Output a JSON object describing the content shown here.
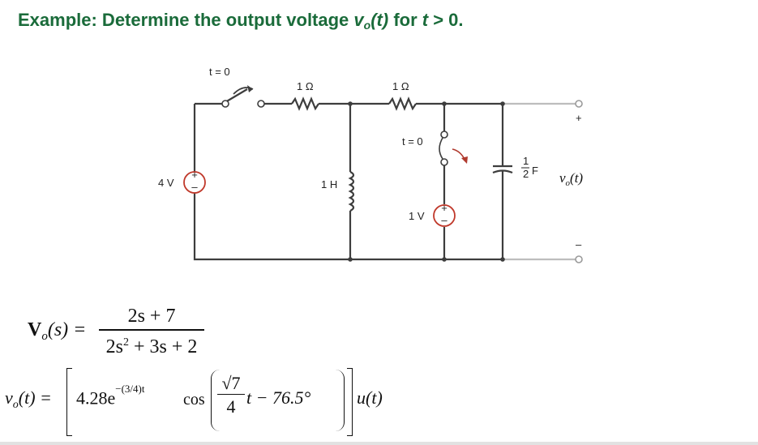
{
  "title": {
    "prefix": "Example: Determine the output voltage ",
    "v": "v",
    "sub": "o",
    "arg": "(t)",
    "mid": " for ",
    "t": "t",
    "cond": " > 0."
  },
  "circuit": {
    "switch1_label": "t = 0",
    "r1_label": "1 Ω",
    "r2_label": "1 Ω",
    "switch2_label": "t = 0",
    "source1_label": "4 V",
    "source2_label": "1 V",
    "inductor_label": "1 H",
    "capacitor_num": "1",
    "capacitor_den": "2",
    "capacitor_unit": "F",
    "out_plus": "+",
    "out_minus": "–",
    "out_v": "v",
    "out_sub": "o",
    "out_arg": "(t)",
    "src_plus": "+",
    "src_minus": "–"
  },
  "equation1": {
    "lhs_bold": "V",
    "lhs_sub": "o",
    "lhs_arg": "(s) =",
    "numerator": "2s + 7",
    "denominator": "2s",
    "den_exp": "2",
    "den_rest": " + 3s + 2"
  },
  "equation2": {
    "lhs": "v",
    "lhs_sub": "o",
    "lhs_arg": "(t) =",
    "coef": "4.28e",
    "exp": "−(3/4)t",
    "cos": "cos",
    "frac_num": "√7",
    "frac_den": "4",
    "after_frac": "t − 76.5°",
    "tail": "u(t)"
  },
  "colors": {
    "title": "#1a6b3a",
    "wire": "#3d3d3d",
    "output_wire": "#bdbdbd",
    "source_ring": "#c0392b",
    "switch_arrow": "#b03a2e"
  }
}
